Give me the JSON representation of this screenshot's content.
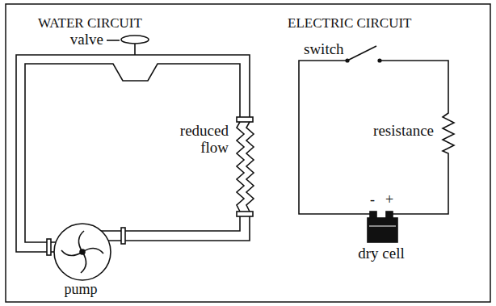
{
  "diagram": {
    "labels": [
      "WATER CIRCUIT",
      "ELECTRIC CIRCUIT",
      "valve",
      "reduced flow",
      "switch",
      "resistance",
      "pump",
      "-",
      "+",
      "dry cell"
    ]
  }
}
